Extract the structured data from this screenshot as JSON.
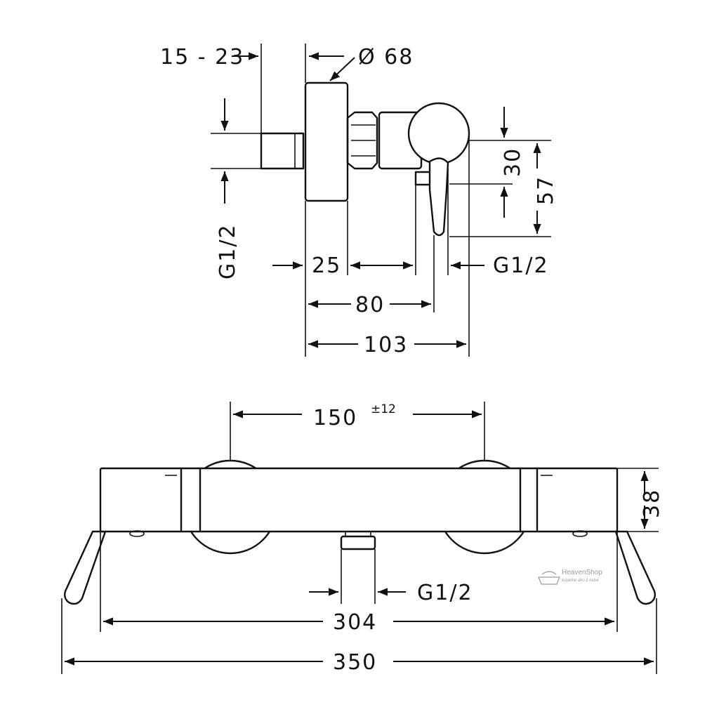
{
  "labels": {
    "range_15_23": "15 - 23",
    "diameter_68": "Ø 68",
    "thread_left": "G1/2",
    "dim_25": "25",
    "thread_right": "G1/2",
    "dim_80": "80",
    "dim_103": "103",
    "dim_30": "30",
    "dim_57": "57",
    "dim_150": "150",
    "tol_150": "±12",
    "dim_38": "38",
    "thread_bottom": "G1/2",
    "dim_304": "304",
    "dim_350": "350"
  },
  "watermark": {
    "brand": "HeavenShop",
    "tagline": "kúpeľne ako z neba"
  }
}
